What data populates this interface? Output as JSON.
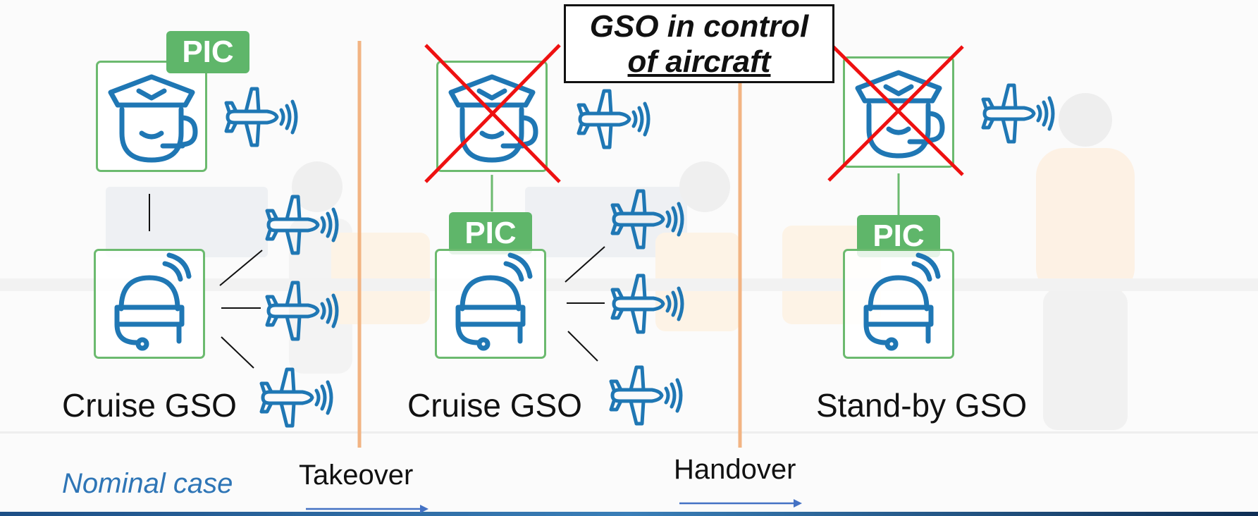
{
  "accent_colors": {
    "frame_green": "#6cba6f",
    "pic_badge_green": "#5fb66a",
    "icon_blue": "#1f77b4",
    "cross_red": "#ee1111",
    "divider_orange": "#f2b483",
    "arrow_blue": "#4472c4",
    "italic_blue": "#2e75b6"
  },
  "icons": {
    "pilot": "pilot-icon",
    "operator": "ground-operator-headset-icon",
    "aircraft": "aircraft-signal-icon",
    "cross": "red-cross-icon"
  },
  "panels": [
    {
      "pic_badge": "PIC",
      "role_label": "Cruise GSO",
      "pilot_crossed": false
    },
    {
      "pic_badge": "PIC",
      "role_label": "Cruise GSO",
      "pilot_crossed": true
    },
    {
      "pic_badge": "PIC",
      "role_label": "Stand-by GSO",
      "pilot_crossed": true
    }
  ],
  "callout": {
    "line1": "GSO in control",
    "line2": "of aircraft"
  },
  "footer": {
    "nominal_case": "Nominal case",
    "takeover": "Takeover",
    "handover": "Handover"
  }
}
